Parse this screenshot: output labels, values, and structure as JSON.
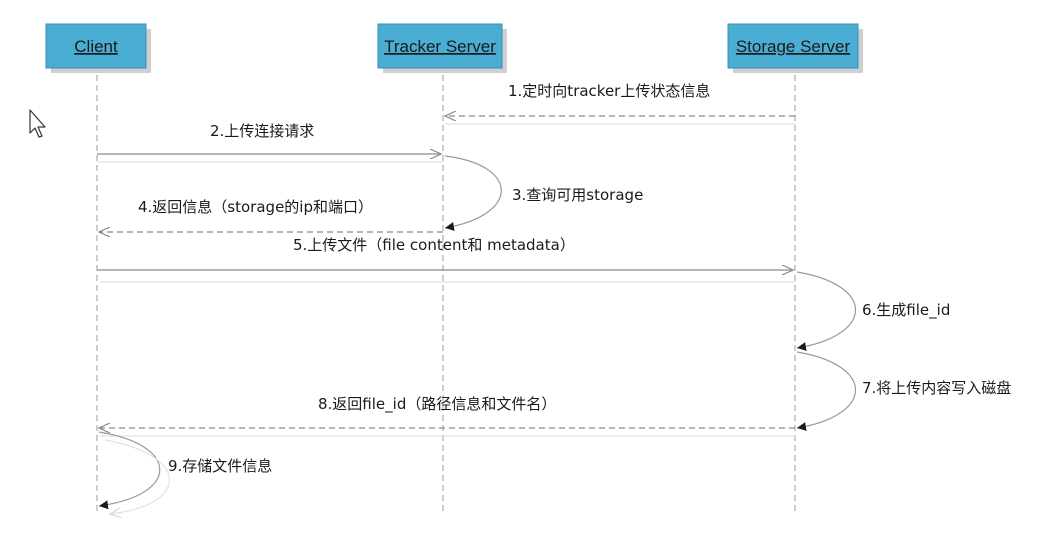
{
  "actors": [
    {
      "id": "client",
      "label": "Client"
    },
    {
      "id": "tracker",
      "label": "Tracker Server"
    },
    {
      "id": "storage",
      "label": "Storage Server"
    }
  ],
  "messages": [
    {
      "id": "m1",
      "label": "1.定时向tracker上传状态信息"
    },
    {
      "id": "m2",
      "label": "2.上传连接请求"
    },
    {
      "id": "m3",
      "label": "3.查询可用storage"
    },
    {
      "id": "m4",
      "label": "4.返回信息（storage的ip和端口）"
    },
    {
      "id": "m5",
      "label": "5.上传文件（file content和 metadata）"
    },
    {
      "id": "m6",
      "label": "6.生成file_id"
    },
    {
      "id": "m7",
      "label": "7.将上传内容写入磁盘"
    },
    {
      "id": "m8",
      "label": "8.返回file_id（路径信息和文件名）"
    },
    {
      "id": "m9",
      "label": "9.存储文件信息"
    }
  ],
  "colors": {
    "actor_fill": "#4aaed4",
    "actor_shadow": "#cfcfcf",
    "lifeline": "#9a9a9a",
    "arrow": "#8a8a8a",
    "arrow_head": "#1a1a1a"
  },
  "icons": {
    "cursor": "mouse-pointer-icon"
  }
}
